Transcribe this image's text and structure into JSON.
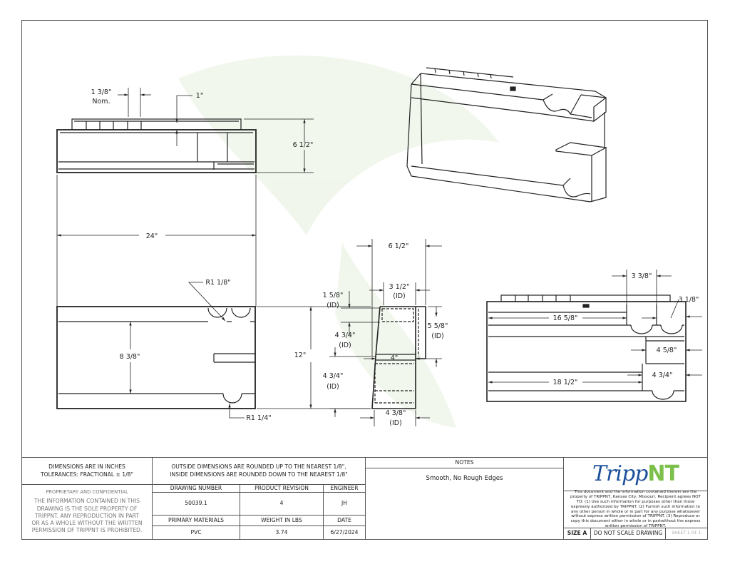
{
  "colors": {
    "line": "#222222",
    "logo_blue": "#1c4f9c",
    "logo_green": "#7cc04b",
    "watermark": "#eef5e8"
  },
  "views": {
    "front": {
      "pitch": "1 3/8\"",
      "pitch_note": "Nom.",
      "rail_height": "1\"",
      "height": "6 1/2\"",
      "width": "24\""
    },
    "top": {
      "radius_upper": "R1 1/8\"",
      "radius_lower": "R1 1/4\"",
      "depth": "8 3/8\""
    },
    "side": {
      "overall_depth": "6 1/2\"",
      "upper_width": "3 1/2\"",
      "upper_width_note": "(ID)",
      "upper_height": "1 5/8\"",
      "upper_height_note": "(ID)",
      "mid_height": "4 3/4\"",
      "mid_height_note": "(ID)",
      "overall_height": "12\"",
      "lower_height": "4 3/4\"",
      "lower_height_note": "(ID)",
      "right_height": "5 5/8\"",
      "right_height_note": "(ID)",
      "shelf": "4\"",
      "base_width": "4 3/8\"",
      "base_width_note": "(ID)"
    },
    "back": {
      "slot_width": "3 3/8\"",
      "slot_depth": "3 1/8\"",
      "upper_span": "16 5/8\"",
      "tray_width": "4 5/8\"",
      "lower_span": "18 1/2\"",
      "lower_tray": "4 3/4\""
    }
  },
  "title_block": {
    "units_line1": "DIMENSIONS ARE IN INCHES",
    "units_line2": "TOLERANCES: FRACTIONAL ± 1/8\"",
    "rounding_line1": "OUTSIDE DIMENSIONS ARE ROUNDED UP TO THE NEAREST 1/8\",",
    "rounding_line2": "INSIDE DIMENSIONS ARE ROUNDED DOWN TO THE NEAREST 1/8\"",
    "proprietary_title": "PROPRIETARY AND CONFIDENTIAL",
    "proprietary_text": "THE INFORMATION CONTAINED IN THIS DRAWING IS THE SOLE PROPERTY OF TRIPPNT.  ANY REPRODUCTION IN PART OR AS A WHOLE WITHOUT THE WRITTEN PERMISSION OF TRIPPNT IS PROHIBITED.",
    "drawing_number_label": "DRAWING NUMBER",
    "drawing_number": "50039.1",
    "revision_label": "PRODUCT REVISION",
    "revision": "4",
    "engineer_label": "ENGINEER",
    "engineer": "JH",
    "materials_label": "PRIMARY MATERIALS",
    "materials": "PVC",
    "weight_label": "WEIGHT IN LBS",
    "weight": "3.74",
    "date_label": "DATE",
    "date": "6/27/2024",
    "notes_label": "NOTES",
    "notes": "Smooth, No Rough Edges",
    "logo_part1": "Tripp",
    "logo_part2": "NT",
    "legal": "This document and the information contained therein are the property of TRIPPNT, Kansas City, Missouri. Recipient agrees NOT TO: (1) Use such information for purposes other than those expressly authorized by TRIPPNT. (2) Furnish such information to any other person in whole or in part for any purpose whatsoever without express  written permission of TRIPPNT. (3) Reproduce or copy this document either in whole or in partwithout the express written permission of TRIPPNT.",
    "size": "SIZE A",
    "scale_note": "DO NOT SCALE DRAWING",
    "sheet": "SHEET 1 OF 1"
  }
}
